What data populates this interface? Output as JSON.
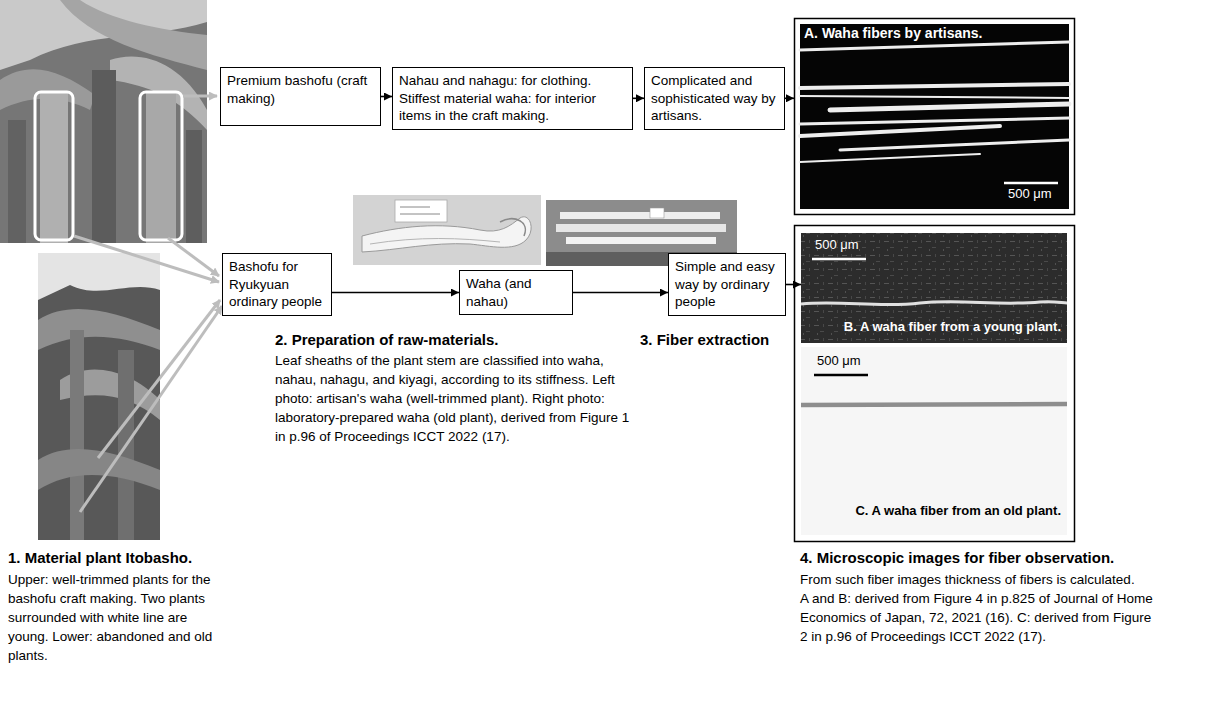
{
  "diagram": {
    "nodes": [
      {
        "text": [
          "Premium bashofu (craft making)"
        ]
      },
      {
        "text": [
          "Nahau and nahagu: for clothing. Stiffest material waha: for interior items in the craft making."
        ]
      },
      {
        "text": [
          "Complicated and sophisticated way by artisans."
        ]
      },
      {
        "text": [
          "A. Waha fibers by artisans.",
          "500 μm"
        ]
      },
      {
        "text": [
          "Bashofu for Ryukyuan ordinary people"
        ]
      },
      {
        "text": [
          "Waha (and nahau)"
        ]
      },
      {
        "text": [
          "Simple and easy way by ordinary people"
        ]
      },
      {
        "text": [
          "500 μm",
          "B. A waha fiber from a young plant."
        ]
      },
      {
        "text": [
          "500 μm",
          "C. A waha fiber from an old plant."
        ]
      }
    ],
    "edges": [
      {
        "from": 0,
        "to": 1,
        "arrow": "to"
      },
      {
        "from": 1,
        "to": 2,
        "arrow": "to"
      },
      {
        "from": 2,
        "to": 3,
        "arrow": "to"
      },
      {
        "from": 4,
        "to": 5,
        "arrow": "to"
      },
      {
        "from": 5,
        "to": 6,
        "arrow": "to"
      },
      {
        "from": 6,
        "to": 7,
        "arrow": "to"
      }
    ],
    "labels": [
      "1. Material plant Itobasho.",
      "Upper: well-trimmed plants for the bashofu craft making. Two plants surrounded with white line are young. Lower: abandoned and old plants.",
      "2. Preparation of raw-materials.",
      "Leaf sheaths of the plant stem are classified into waha, nahau, nahagu, and kiyagi, according to its stiffness. Left photo: artisan's waha (well-trimmed plant). Right photo: laboratory-prepared waha (old plant), derived from Figure 1 in p.96 of Proceedings ICCT 2022 (17).",
      "3. Fiber extraction",
      "4. Microscopic images for fiber observation.",
      "From such fiber images thickness of fibers is calculated.",
      "A and B: derived from Figure 4 in p.825 of Journal of Home Economics of Japan, 72, 2021 (16). C: derived from Figure 2 in p.96 of Proceedings ICCT 2022 (17)."
    ]
  }
}
